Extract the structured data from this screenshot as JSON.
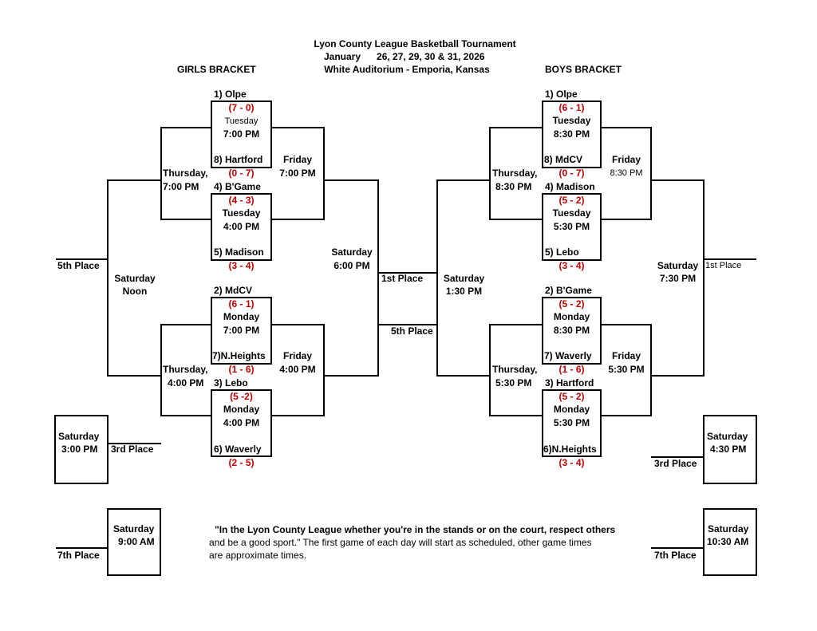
{
  "header": {
    "title": "Lyon County League Basketball Tournament",
    "dates": "January      26, 27, 29, 30 & 31, 2026",
    "venue": "White Auditorium  -  Emporia, Kansas"
  },
  "girls": {
    "label": "GIRLS BRACKET",
    "g1": {
      "team_top": "1) Olpe",
      "rec_top": "(7 - 0)",
      "day": "Tuesday",
      "time": "7:00 PM",
      "team_bot": "8) Hartford",
      "rec_bot": "(0 - 7)"
    },
    "g2": {
      "team_top": "4) B'Game",
      "rec_top": "(4 - 3)",
      "day": "Tuesday",
      "time": "4:00 PM",
      "team_bot": "5) Madison",
      "rec_bot": "(3 - 4)"
    },
    "g3": {
      "team_top": "2) MdCV",
      "rec_top": "(6 - 1)",
      "day": "Monday",
      "time": "7:00 PM",
      "team_bot": "7)N.Heights",
      "rec_bot": "(1 - 6)"
    },
    "g4": {
      "team_top": "3) Lebo",
      "rec_top": "(5 -2)",
      "day": "Monday",
      "time": "4:00 PM",
      "team_bot": "6) Waverly",
      "rec_bot": "(2 - 5)"
    },
    "thu_top": {
      "day": "Thursday,",
      "time": "7:00 PM"
    },
    "thu_bot": {
      "day": "Thursday,",
      "time": "4:00 PM"
    },
    "fri_top": {
      "day": "Friday",
      "time": "7:00 PM"
    },
    "fri_bot": {
      "day": "Friday",
      "time": "4:00 PM"
    },
    "championship": {
      "day": "Saturday",
      "time": "6:00 PM"
    },
    "first_place": "1st Place",
    "fifth_place": "5th Place",
    "fifth_game": {
      "day": "Saturday",
      "time": "Noon"
    },
    "third_game": {
      "day": "Saturday",
      "time": "3:00 PM"
    },
    "third_place": "3rd Place",
    "seventh_game": {
      "day": "Saturday",
      "time": "9:00 AM"
    },
    "seventh_place": "7th Place"
  },
  "boys": {
    "label": "BOYS BRACKET",
    "g1": {
      "team_top": "1) Olpe",
      "rec_top": "(6 - 1)",
      "day": "Tuesday",
      "time": "8:30 PM",
      "team_bot": "8) MdCV",
      "rec_bot": "(0 - 7)"
    },
    "g2": {
      "team_top": "4) Madison",
      "rec_top": "(5 - 2)",
      "day": "Tuesday",
      "time": "5:30 PM",
      "team_bot": "5) Lebo",
      "rec_bot": "(3 - 4)"
    },
    "g3": {
      "team_top": "2) B'Game",
      "rec_top": "(5 - 2)",
      "day": "Monday",
      "time": "8:30 PM",
      "team_bot": "7) Waverly",
      "rec_bot": "(1 - 6)"
    },
    "g4": {
      "team_top": "3) Hartford",
      "rec_top": "(5 - 2)",
      "day": "Monday",
      "time": "5:30 PM",
      "team_bot": "6)N.Heights",
      "rec_bot": "(3 - 4)"
    },
    "thu_top": {
      "day": "Thursday,",
      "time": "8:30 PM"
    },
    "thu_bot": {
      "day": "Thursday,",
      "time": "5:30 PM"
    },
    "fri_top": {
      "day": "Friday",
      "time": "8:30 PM"
    },
    "fri_bot": {
      "day": "Friday",
      "time": "5:30 PM"
    },
    "championship": {
      "day": "Saturday",
      "time": "7:30 PM"
    },
    "first_place": "1st Place",
    "fifth_place": "5th Place",
    "fifth_game": {
      "day": "Saturday",
      "time": "1:30 PM"
    },
    "third_game": {
      "day": "Saturday",
      "time": "4:30 PM"
    },
    "third_place": "3rd Place",
    "seventh_game": {
      "day": "Saturday",
      "time": "10:30 AM"
    },
    "seventh_place": "7th Place"
  },
  "footer": {
    "quote_bold": "\"In the Lyon County League whether you're in the stands or on the court, respect others",
    "quote_rest": "and be a good sport.\"  The first game of each day will start as scheduled, other game times are approximate times."
  },
  "colors": {
    "record": "#c00000",
    "line": "#000000"
  }
}
